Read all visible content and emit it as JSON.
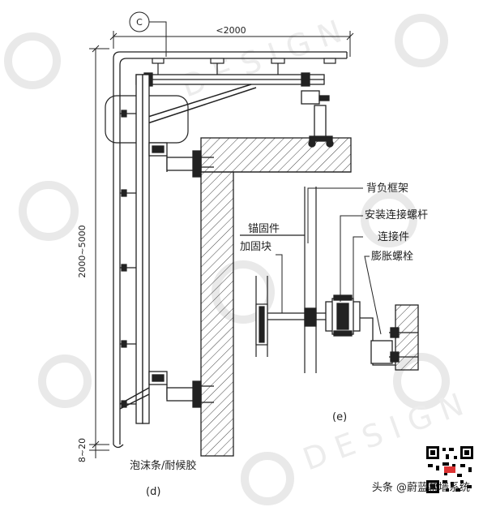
{
  "callout": "C",
  "dims": {
    "top": "<2000",
    "left": "2000~5000",
    "bottom": "8~20"
  },
  "panel_labels": {
    "d": "(d)",
    "e": "(e)"
  },
  "labels": {
    "foam": "泡沫条/耐候胶",
    "backframe": "背负框架",
    "connector_rod": "安装连接螺杆",
    "connector": "连接件",
    "anchor": "锚固件",
    "reinforce": "加固块",
    "bolt": "膨胀螺栓"
  },
  "watermark": "DESIGN",
  "footer": "头条 @蔚蓝幕墙系统",
  "colors": {
    "line": "#222222",
    "hatch": "#444444",
    "watermark": "#e9e9e9"
  }
}
